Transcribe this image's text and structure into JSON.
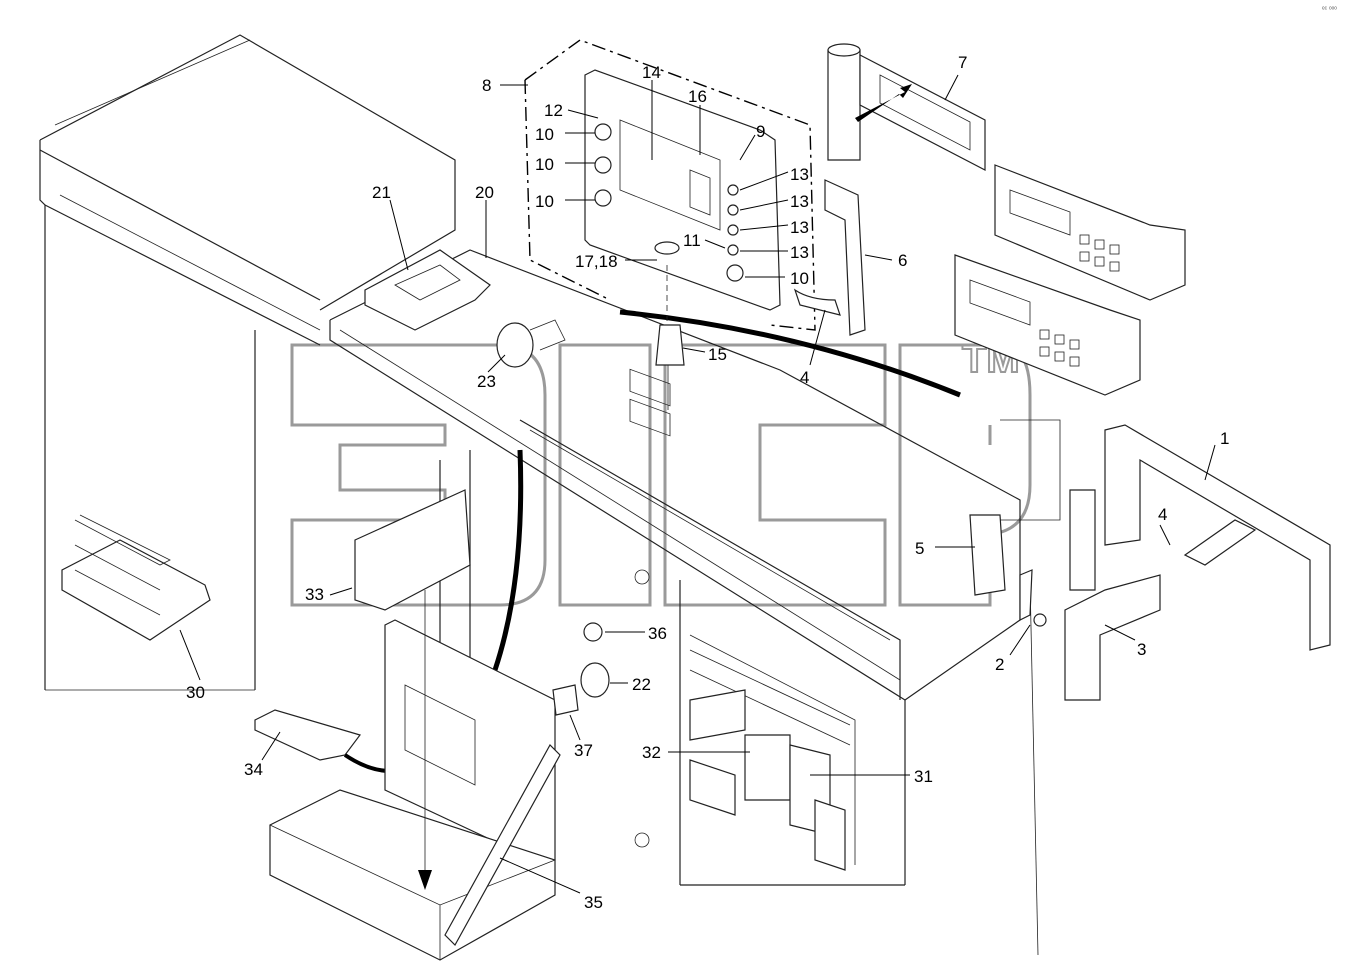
{
  "corner_mark": "ᵉᶜ ᵒᵒᵒ",
  "watermark": {
    "tm": "TM"
  },
  "callouts": [
    {
      "id": "c1",
      "text": "1"
    },
    {
      "id": "c2",
      "text": "2"
    },
    {
      "id": "c3",
      "text": "3"
    },
    {
      "id": "c4a",
      "text": "4"
    },
    {
      "id": "c4b",
      "text": "4"
    },
    {
      "id": "c5",
      "text": "5"
    },
    {
      "id": "c6",
      "text": "6"
    },
    {
      "id": "c7",
      "text": "7"
    },
    {
      "id": "c8",
      "text": "8"
    },
    {
      "id": "c9",
      "text": "9"
    },
    {
      "id": "c10a",
      "text": "10"
    },
    {
      "id": "c10b",
      "text": "10"
    },
    {
      "id": "c10c",
      "text": "10"
    },
    {
      "id": "c10d",
      "text": "10"
    },
    {
      "id": "c11",
      "text": "11"
    },
    {
      "id": "c12",
      "text": "12"
    },
    {
      "id": "c13a",
      "text": "13"
    },
    {
      "id": "c13b",
      "text": "13"
    },
    {
      "id": "c13c",
      "text": "13"
    },
    {
      "id": "c13d",
      "text": "13"
    },
    {
      "id": "c14",
      "text": "14"
    },
    {
      "id": "c15",
      "text": "15"
    },
    {
      "id": "c16",
      "text": "16"
    },
    {
      "id": "c1718",
      "text": "17,18"
    },
    {
      "id": "c20",
      "text": "20"
    },
    {
      "id": "c21",
      "text": "21"
    },
    {
      "id": "c22",
      "text": "22"
    },
    {
      "id": "c23",
      "text": "23"
    },
    {
      "id": "c30",
      "text": "30"
    },
    {
      "id": "c31",
      "text": "31"
    },
    {
      "id": "c32",
      "text": "32"
    },
    {
      "id": "c33",
      "text": "33"
    },
    {
      "id": "c34",
      "text": "34"
    },
    {
      "id": "c35",
      "text": "35"
    },
    {
      "id": "c36",
      "text": "36"
    },
    {
      "id": "c37",
      "text": "37"
    }
  ]
}
